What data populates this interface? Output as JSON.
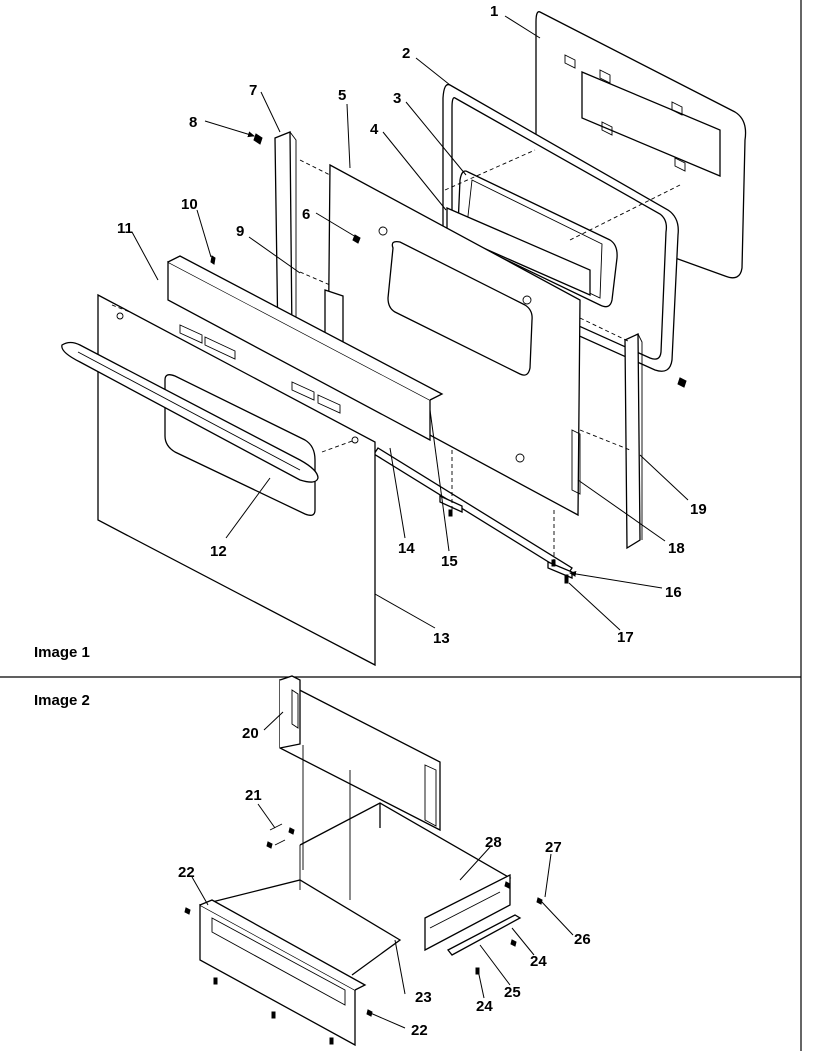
{
  "panels": [
    {
      "label": "Image 1"
    },
    {
      "label": "Image 2"
    }
  ],
  "callouts": [
    "1",
    "2",
    "3",
    "4",
    "5",
    "6",
    "7",
    "8",
    "9",
    "10",
    "11",
    "12",
    "13",
    "14",
    "15",
    "16",
    "17",
    "18",
    "19",
    "20",
    "21",
    "22",
    "22",
    "23",
    "24",
    "24",
    "25",
    "26",
    "27",
    "28"
  ]
}
